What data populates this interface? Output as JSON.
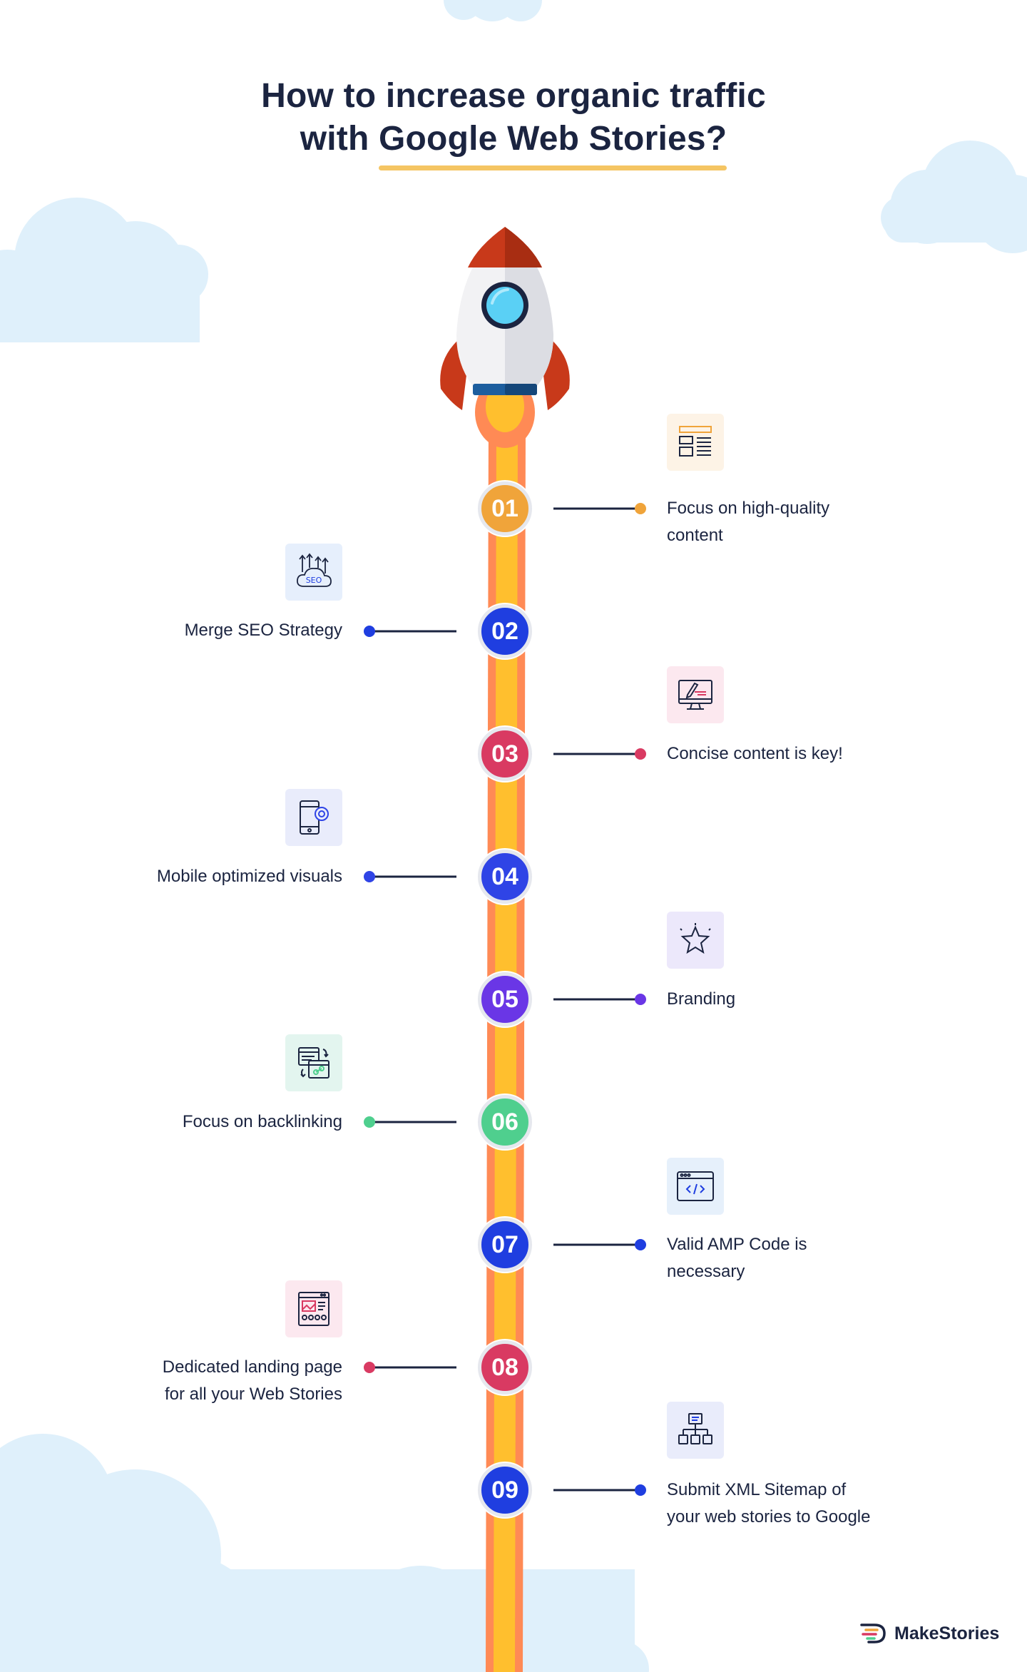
{
  "title": {
    "line1": "How to increase organic traffic",
    "line2_prefix": "with ",
    "line2_highlight": "Google Web Stories?"
  },
  "steps": [
    {
      "number": "01",
      "label_line1": "Focus on high-quality",
      "label_line2": "content",
      "side": "right",
      "color": "#f0a43a",
      "icon": "content-layout-icon",
      "icon_bg": "#fdf3e6"
    },
    {
      "number": "02",
      "label_line1": "Merge SEO Strategy",
      "label_line2": "",
      "side": "left",
      "color": "#1f3ee0",
      "icon": "seo-cloud-icon",
      "icon_bg": "#e6effc",
      "icon_text": "SEO"
    },
    {
      "number": "03",
      "label_line1": "Concise content is key!",
      "label_line2": "",
      "side": "right",
      "color": "#d93a62",
      "icon": "monitor-edit-icon",
      "icon_bg": "#fce8ef"
    },
    {
      "number": "04",
      "label_line1": "Mobile optimized visuals",
      "label_line2": "",
      "side": "left",
      "color": "#2f44e6",
      "icon": "mobile-settings-icon",
      "icon_bg": "#e9ecfb"
    },
    {
      "number": "05",
      "label_line1": "Branding",
      "label_line2": "",
      "side": "right",
      "color": "#6a36e6",
      "icon": "star-badge-icon",
      "icon_bg": "#ece8fb"
    },
    {
      "number": "06",
      "label_line1": "Focus on backlinking",
      "label_line2": "",
      "side": "left",
      "color": "#4fcf8e",
      "icon": "backlink-pages-icon",
      "icon_bg": "#e3f5ef"
    },
    {
      "number": "07",
      "label_line1": "Valid AMP Code is",
      "label_line2": "necessary",
      "side": "right",
      "color": "#1f3ee0",
      "icon": "code-window-icon",
      "icon_bg": "#e6f0fb"
    },
    {
      "number": "08",
      "label_line1": "Dedicated landing page",
      "label_line2": "for all your Web Stories",
      "side": "left",
      "color": "#d93a62",
      "icon": "landing-page-icon",
      "icon_bg": "#fce8ef"
    },
    {
      "number": "09",
      "label_line1": "Submit XML Sitemap of",
      "label_line2": "your web stories to Google",
      "side": "right",
      "color": "#1f3ee0",
      "icon": "sitemap-icon",
      "icon_bg": "#e9ecfb"
    }
  ],
  "brand": {
    "name": "MakeStories",
    "logo_icon": "makestories-logo-icon"
  },
  "colors": {
    "navy": "#1b2440",
    "trail_orange": "#ff8a55",
    "trail_yellow": "#ffbf2e",
    "cloud": "#dff0fb",
    "rocket_red": "#c8391a",
    "rocket_body": "#f2f2f4",
    "window_blue": "#5ad0f5"
  }
}
